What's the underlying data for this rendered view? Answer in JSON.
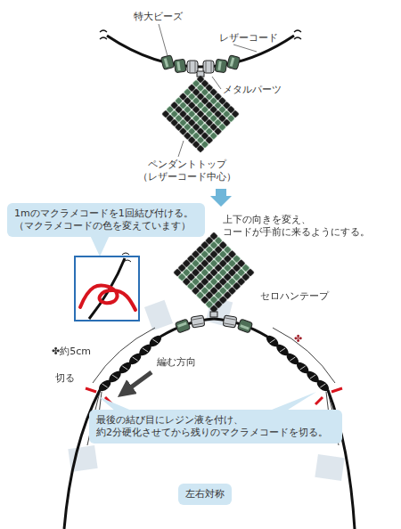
{
  "diagram": {
    "nodes": [
      {
        "text": [
          "1mのマクラメコードを1回結び付ける。 （マクラメコードの色を変えています）"
        ]
      },
      {
        "text": [
          "最後の結び目にレジン液を付け、 約2分硬化させてから残りのマクラメコードを切る。"
        ]
      },
      {
        "text": [
          "左右対称"
        ]
      }
    ],
    "edges": [],
    "labels": [
      "特大ビーズ",
      "レザーコード",
      "メタルパーツ",
      "ペンダントトップ （レザーコード中心）",
      "上下の向きを変え、 コードが手前に来るようにする。",
      "セロハンテープ",
      "✤約5cm",
      "✤",
      "切る",
      "編む方向"
    ]
  }
}
